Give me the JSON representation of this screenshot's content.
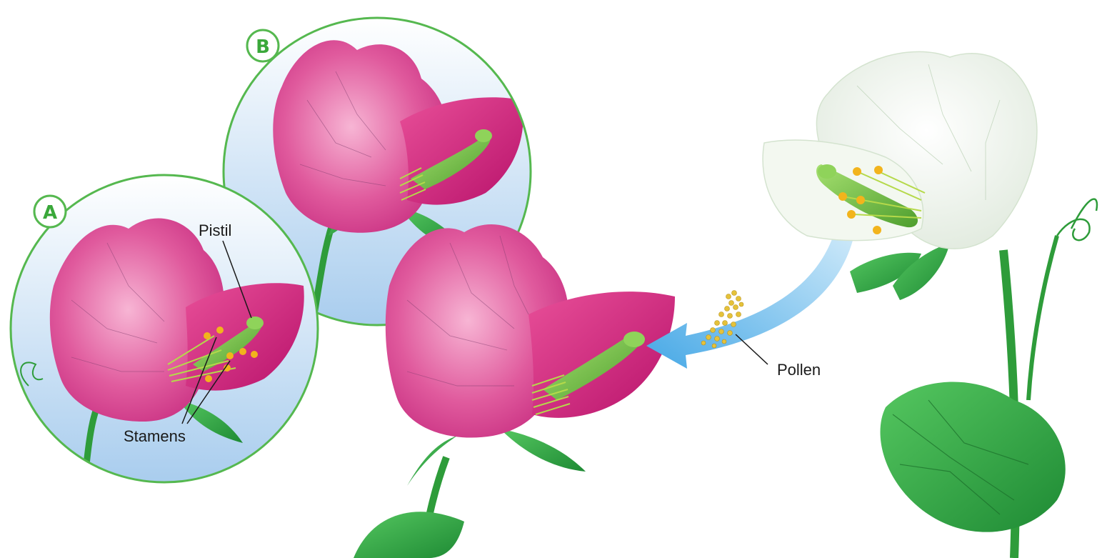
{
  "panels": {
    "a": {
      "badge": "A"
    },
    "b": {
      "badge": "B"
    }
  },
  "labels": {
    "pistil": "Pistil",
    "stamens": "Stamens",
    "pollen": "Pollen"
  },
  "colors": {
    "petal_magenta": "#d0307f",
    "petal_light": "#f19ac4",
    "petal_white": "#f4f8f2",
    "pistil_green": "#79c94a",
    "stem_green": "#2e9c3a",
    "leaf_green": "#3cb04a",
    "anther_yellow": "#f2b41c",
    "pollen_yellow": "#e5c23a",
    "arrow_blue": "#5fb4e8",
    "circle_outline": "#55b84f",
    "circle_sky": "#bfd9f0"
  }
}
